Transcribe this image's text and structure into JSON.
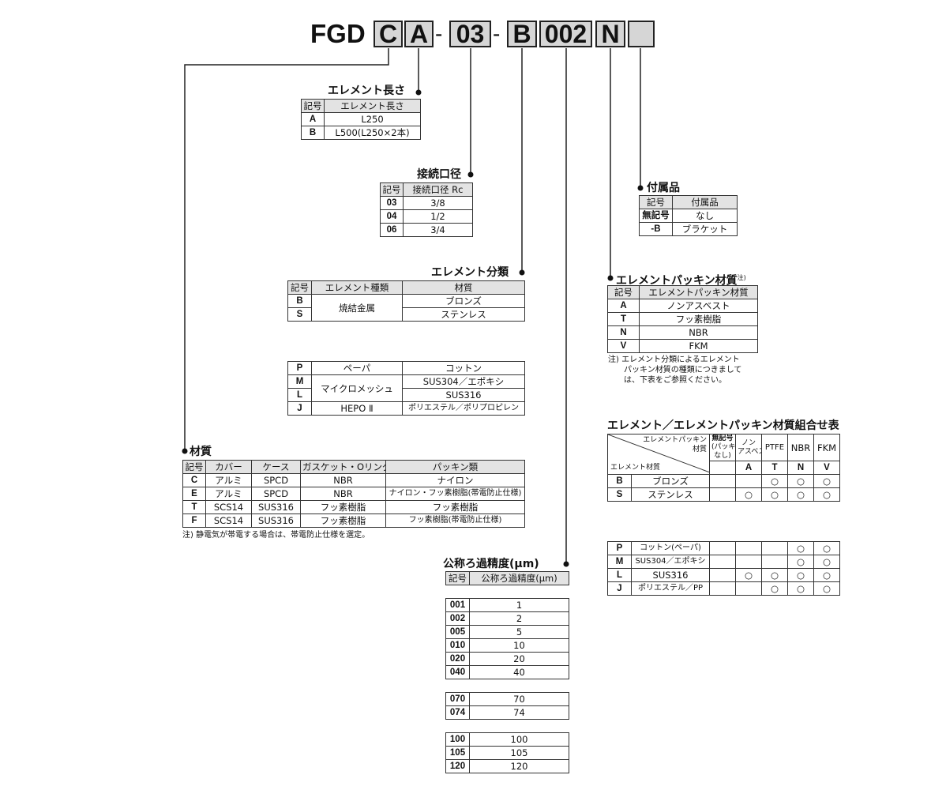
{
  "model_code": {
    "prefix": "FGD",
    "box_cover": "C",
    "box_length": "A",
    "dash1": "-",
    "port": "03",
    "dash2": "-",
    "box_element": "B",
    "filtration": "002",
    "box_packing": "N",
    "box_accessory": ""
  },
  "element_length": {
    "title": "エレメント長さ",
    "headers": [
      "記号",
      "エレメント長さ"
    ],
    "rows": [
      {
        "code": "A",
        "value": "L250"
      },
      {
        "code": "B",
        "value": "L500(L250×2本)"
      }
    ]
  },
  "port_size": {
    "title": "接続口径",
    "headers": [
      "記号",
      "接続口径 Rc"
    ],
    "rows": [
      {
        "code": "03",
        "value": "3/8"
      },
      {
        "code": "04",
        "value": "1/2"
      },
      {
        "code": "06",
        "value": "3/4"
      }
    ]
  },
  "element_class": {
    "title": "エレメント分類",
    "headers": [
      "記号",
      "エレメント種類",
      "材質"
    ],
    "group1": [
      {
        "code": "B",
        "type": "焼結金属",
        "material": "ブロンズ"
      },
      {
        "code": "S",
        "type": "",
        "material": "ステンレス"
      }
    ],
    "group2": [
      {
        "code": "P",
        "type": "ペーパ",
        "material": "コットン"
      },
      {
        "code": "M",
        "type": "マイクロメッシュ",
        "material": "SUS304／エポキシ"
      },
      {
        "code": "L",
        "type": "",
        "material": "SUS316"
      },
      {
        "code": "J",
        "type": "HEPO Ⅱ",
        "material": "ポリエステル／ポリプロピレン"
      }
    ]
  },
  "material": {
    "title": "材質",
    "headers": [
      "記号",
      "カバー",
      "ケース",
      "ガスケット・Oリング",
      "パッキン類"
    ],
    "rows": [
      {
        "code": "C",
        "cover": "アルミ",
        "case": "SPCD",
        "gasket": "NBR",
        "packing": "ナイロン"
      },
      {
        "code": "E",
        "cover": "アルミ",
        "case": "SPCD",
        "gasket": "NBR",
        "packing": "ナイロン・フッ素樹脂(帯電防止仕様)"
      },
      {
        "code": "T",
        "cover": "SCS14",
        "case": "SUS316",
        "gasket": "フッ素樹脂",
        "packing": "フッ素樹脂"
      },
      {
        "code": "F",
        "cover": "SCS14",
        "case": "SUS316",
        "gasket": "フッ素樹脂",
        "packing": "フッ素樹脂(帯電防止仕様)"
      }
    ],
    "note": "注) 静電気が帯電する場合は、帯電防止仕様を選定。"
  },
  "filtration": {
    "title": "公称ろ過精度(μm)",
    "headers": [
      "記号",
      "公称ろ過精度(μm)"
    ],
    "groups": [
      [
        {
          "code": "001",
          "value": "1"
        },
        {
          "code": "002",
          "value": "2"
        },
        {
          "code": "005",
          "value": "5"
        },
        {
          "code": "010",
          "value": "10"
        },
        {
          "code": "020",
          "value": "20"
        },
        {
          "code": "040",
          "value": "40"
        }
      ],
      [
        {
          "code": "070",
          "value": "70"
        },
        {
          "code": "074",
          "value": "74"
        }
      ],
      [
        {
          "code": "100",
          "value": "100"
        },
        {
          "code": "105",
          "value": "105"
        },
        {
          "code": "120",
          "value": "120"
        }
      ]
    ]
  },
  "accessory": {
    "title": "付属品",
    "headers": [
      "記号",
      "付属品"
    ],
    "rows": [
      {
        "code": "無記号",
        "value": "なし"
      },
      {
        "code": "-B",
        "value": "ブラケット"
      }
    ]
  },
  "packing_material": {
    "title": "エレメントパッキン材質",
    "title_mark": "注)",
    "headers": [
      "記号",
      "エレメントパッキン材質"
    ],
    "rows": [
      {
        "code": "A",
        "value": "ノンアスベスト"
      },
      {
        "code": "T",
        "value": "フッ素樹脂"
      },
      {
        "code": "N",
        "value": "NBR"
      },
      {
        "code": "V",
        "value": "FKM"
      }
    ],
    "note_lines": [
      "注) エレメント分類によるエレメント",
      "パッキン材質の種類につきまして",
      "は、下表をご参照ください。"
    ]
  },
  "combination": {
    "title": "エレメント／エレメントパッキン材質組合せ表",
    "corner_top_1": "エレメントパッキン",
    "corner_top_2": "材質",
    "corner_bottom": "エレメント材質",
    "col_none_1": "無記号",
    "col_none_2": "(パッキン",
    "col_none_3": "なし)",
    "col_a_1": "ノン",
    "col_a_2": "アスベスト",
    "col_ptfe": "PTFE",
    "col_nbr": "NBR",
    "col_fkm": "FKM",
    "code_a": "A",
    "code_t": "T",
    "code_n": "N",
    "code_v": "V",
    "mark": "○",
    "group1": [
      {
        "code": "B",
        "name": "ブロンズ",
        "none": "",
        "a": "",
        "t": "○",
        "n": "○",
        "v": "○"
      },
      {
        "code": "S",
        "name": "ステンレス",
        "none": "",
        "a": "○",
        "t": "○",
        "n": "○",
        "v": "○"
      }
    ],
    "group2": [
      {
        "code": "P",
        "name": "コットン(ペーパ)",
        "none": "",
        "a": "",
        "t": "",
        "n": "○",
        "v": "○"
      },
      {
        "code": "M",
        "name": "SUS304／エポキシ",
        "none": "",
        "a": "",
        "t": "",
        "n": "○",
        "v": "○"
      },
      {
        "code": "L",
        "name": "SUS316",
        "none": "",
        "a": "○",
        "t": "○",
        "n": "○",
        "v": "○"
      },
      {
        "code": "J",
        "name": "ポリエステル／PP",
        "none": "",
        "a": "",
        "t": "○",
        "n": "○",
        "v": "○"
      }
    ]
  }
}
